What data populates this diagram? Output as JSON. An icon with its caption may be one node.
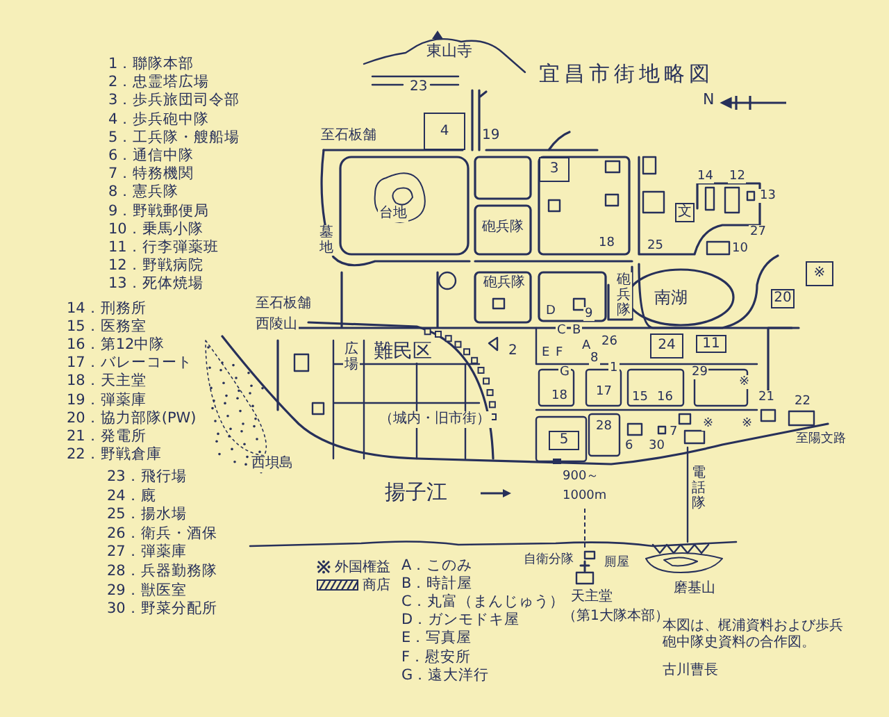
{
  "diagram": {
    "title": "宜昌市街地略図",
    "nodes": [
      {
        "text": [
          "4"
        ]
      },
      {
        "text": [
          "3"
        ]
      },
      {
        "text": [
          "文"
        ]
      },
      {
        "text": [
          "※"
        ]
      },
      {
        "text": [
          "20"
        ]
      },
      {
        "text": [
          "24"
        ]
      },
      {
        "text": [
          "11"
        ]
      },
      {
        "text": [
          "5"
        ]
      }
    ],
    "labels": [
      "1．聯隊本部",
      "2．忠霊塔広場",
      "3．歩兵旅団司令部",
      "4．歩兵砲中隊",
      "5．工兵隊・艘船場",
      "6．通信中隊",
      "7．特務機関",
      "8．憲兵隊",
      "9．野戦郵便局",
      "10．乗馬小隊",
      "11．行李弾薬班",
      "12．野戦病院",
      "13．死体焼場",
      "14．刑務所",
      "15．医務室",
      "16．第12中隊",
      "17．バレーコート",
      "18．天主堂",
      "19．弾薬庫",
      "20．協力部隊(PW)",
      "21．発電所",
      "22．野戦倉庫",
      "23．飛行場",
      "24．廐",
      "25．揚水場",
      "26．衛兵・酒保",
      "27．弾薬庫",
      "28．兵器勤務隊",
      "29．獣医室",
      "30．野菜分配所",
      "東山寺",
      "23",
      "N",
      "至石板舗",
      "19",
      "台地",
      "墓地",
      "砲兵隊",
      "14",
      "12",
      "13",
      "18",
      "25",
      "27",
      "10",
      "砲兵隊",
      "砲兵隊",
      "南湖",
      "至石板舗",
      "西陵山",
      "9",
      "D",
      "C",
      "B",
      "2",
      "E",
      "F",
      "A",
      "8",
      "26",
      "1",
      "G",
      "広場",
      "難民区",
      "29",
      "17",
      "18",
      "※",
      "21",
      "22",
      "15",
      "16",
      "（城内・旧市街）",
      "28",
      "※",
      "※",
      "7",
      "6",
      "30",
      "至陽文路",
      "西垻島",
      "揚子江",
      "900～",
      "1000m",
      "電話隊",
      "自衛分隊",
      "厠屋",
      "磨基山",
      "天主堂",
      "（第1大隊本部）",
      "A．このみ",
      "B．時計屋",
      "C．丸富（まんじゅう）",
      "D．ガンモドキ屋",
      "E．写真屋",
      "F．慰安所",
      "G．遠大洋行",
      "本図は、梶浦資料および歩兵砲中隊史資料の合作図。",
      "古川曹長"
    ],
    "legend": [
      {
        "text": "外国権益"
      },
      {
        "text": "商店"
      }
    ]
  }
}
